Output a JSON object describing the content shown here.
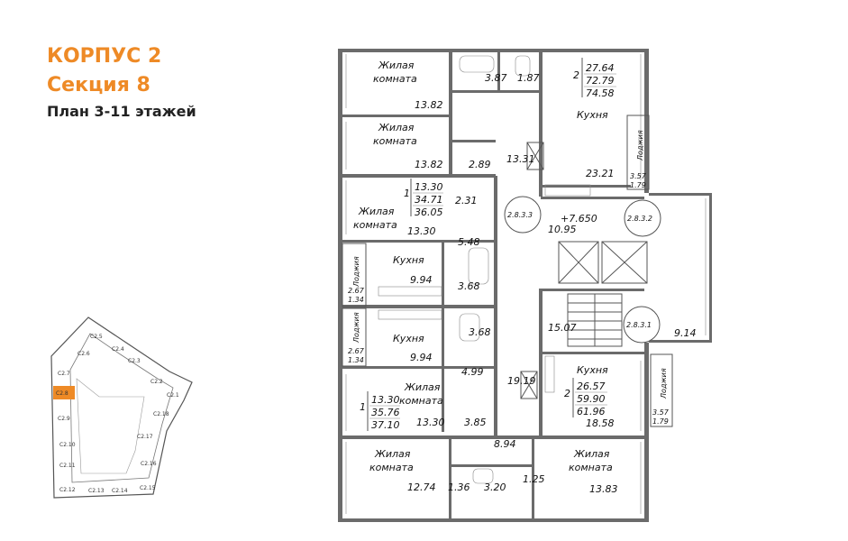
{
  "header": {
    "building": "КОРПУС 2",
    "section": "Секция 8",
    "floors": "План 3-11 этажей"
  },
  "colors": {
    "accent": "#ee8a26",
    "highlight": "#ee8a26"
  },
  "rooms": {
    "living1_a": "Жилая",
    "living1_b": "комната",
    "living1_area": "13.82",
    "living2_a": "Жилая",
    "living2_b": "комната",
    "living2_area": "13.82",
    "living3_a": "Жилая",
    "living3_b": "комната",
    "living3_area": "13.30",
    "kitchen1": "Кухня",
    "kitchen1_area": "9.94",
    "kitchen2": "Кухня",
    "kitchen2_area": "9.94",
    "living4_a": "Жилая",
    "living4_b": "комната",
    "living4_area": "13.30",
    "living5_a": "Жилая",
    "living5_b": "комната",
    "living5_area": "12.74",
    "kitchen_tr": "Кухня",
    "kitchen_tr_area": "23.21",
    "kitchen_br": "Кухня",
    "kitchen_br_area": "18.58",
    "living6_a": "Жилая",
    "living6_b": "комната",
    "living6_area": "13.83",
    "loggia": "Лоджия"
  },
  "areas": {
    "a387": "3.87",
    "a187": "1.87",
    "a289": "2.89",
    "a1331": "13.31",
    "a231": "2.31",
    "a548": "5.48",
    "a368a": "3.68",
    "a368b": "3.68",
    "a499": "4.99",
    "a385": "3.85",
    "a1919": "19.19",
    "a894": "8.94",
    "a136": "1.36",
    "a320": "3.20",
    "a125": "1.25",
    "a1095": "10.95",
    "a1507": "15.07",
    "a914": "9.14",
    "log_tr_1": "3.57",
    "log_tr_2": "1.79",
    "log_br_1": "3.57",
    "log_br_2": "1.79",
    "log_l1_1": "2.67",
    "log_l1_2": "1.34",
    "log_l2_1": "2.67",
    "log_l2_2": "1.34"
  },
  "apartments": {
    "tr": {
      "rooms": "2",
      "a1": "27.64",
      "a2": "72.79",
      "a3": "74.58"
    },
    "ml": {
      "rooms": "1",
      "a1": "13.30",
      "a2": "34.71",
      "a3": "36.05"
    },
    "bl": {
      "rooms": "1",
      "a1": "13.30",
      "a2": "35.76",
      "a3": "37.10"
    },
    "br": {
      "rooms": "2",
      "a1": "26.57",
      "a2": "59.90",
      "a3": "61.96"
    }
  },
  "tags": {
    "t1": "2.8.3.3",
    "t2": "2.8.3.2",
    "t3": "2.8.3.1",
    "level": "+7.650"
  },
  "key_plan": {
    "sections": [
      "C2.5",
      "C2.6",
      "C2.4",
      "C2.3",
      "C2.7",
      "C2.8",
      "C2.2",
      "C2.1",
      "C2.9",
      "C2.18",
      "C2.17",
      "C2.10",
      "C2.11",
      "C2.16",
      "C2.12",
      "C2.13",
      "C2.14",
      "C2.15"
    ],
    "active": "C2.8"
  }
}
